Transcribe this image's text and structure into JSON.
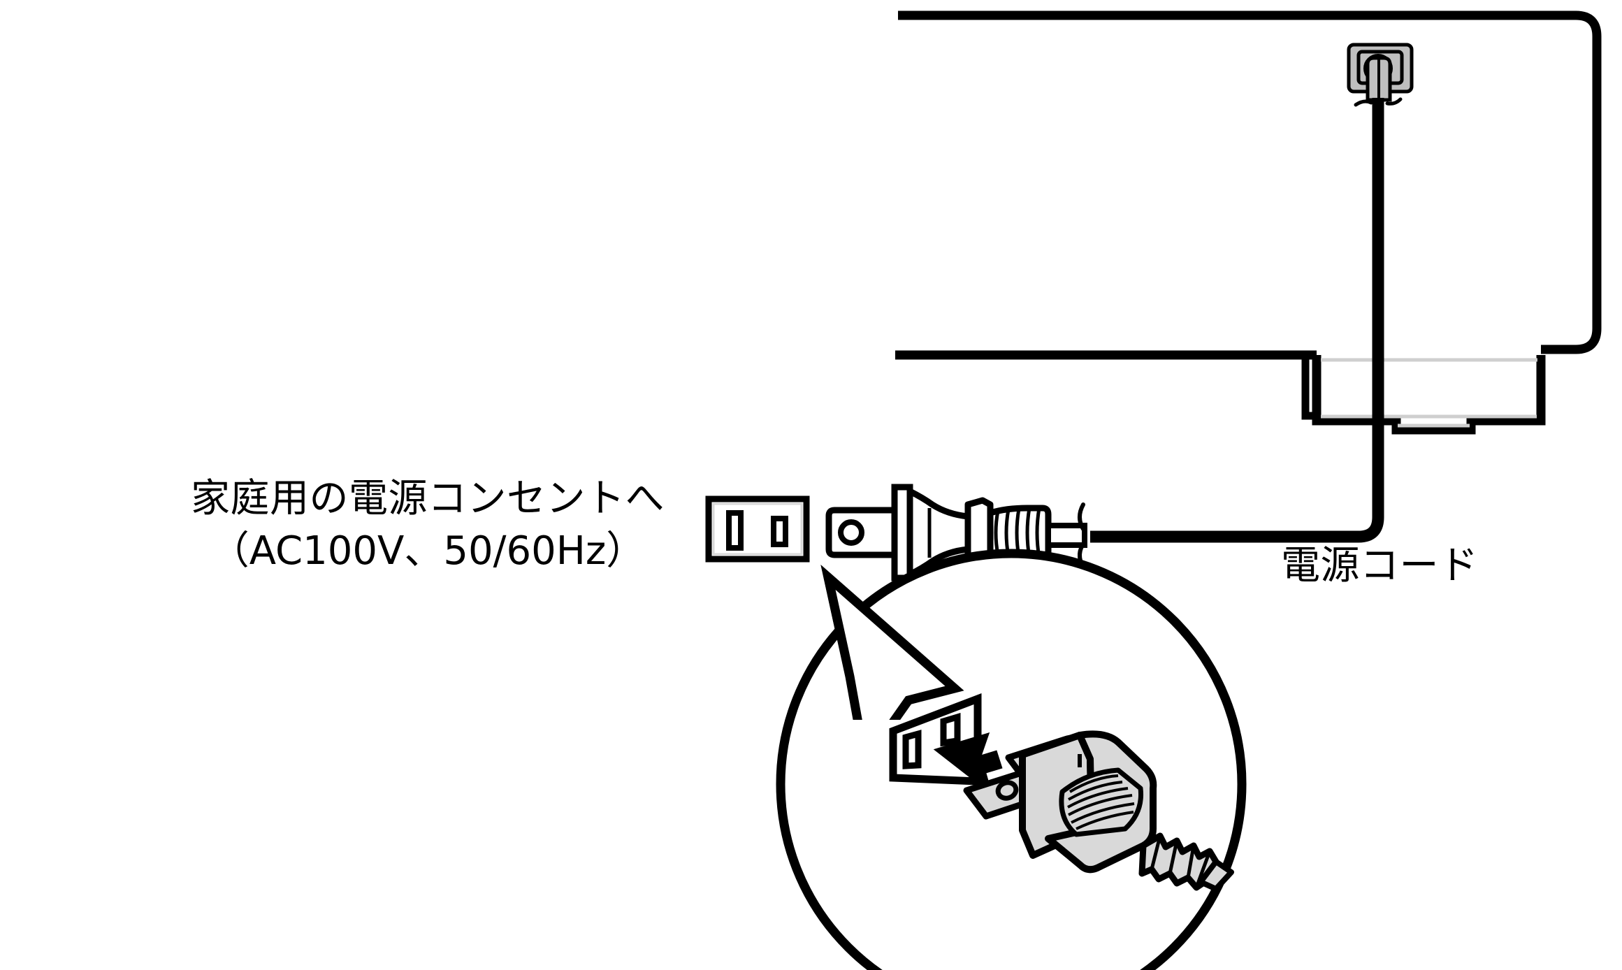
{
  "diagram": {
    "kind": "power-cord-connection-illustration",
    "background_color": "#FFFFFF",
    "line_color": "#000000",
    "gray_fill": "#BFBFBF",
    "light_gray_fill": "#D9D9D9"
  },
  "labels": {
    "outlet_line1": "家庭用の電源コンセントへ",
    "outlet_line2": "（AC100V、50/60Hz）",
    "power_cord": "電源コード"
  },
  "parts": {
    "device_body": "device-body-outline",
    "device_foot": "device-stand-foot",
    "inlet_connector": "ac-inlet-connector",
    "power_cord": "power-cord-line",
    "wall_outlet_icon": "wall-outlet-icon",
    "ac_plug_side": "ac-plug-side-view",
    "magnifier": "magnified-detail-circle",
    "callout": "callout-leader-pointer",
    "insert_arrow": "insertion-arrow",
    "detail_outlet": "detail-wall-outlet",
    "detail_plug": "detail-ac-plug"
  }
}
